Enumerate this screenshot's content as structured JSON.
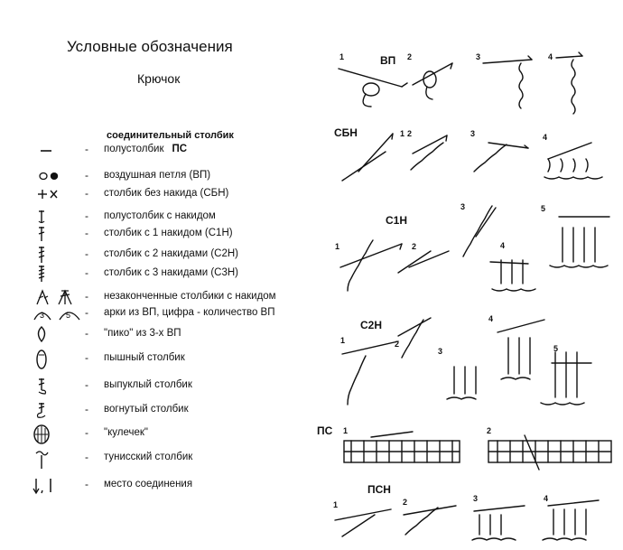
{
  "legend": {
    "title": "Условные обозначения",
    "subtitle": "Крючок",
    "header_label": "соединительный  столбик",
    "items": [
      {
        "text": "полустолбик",
        "abbr": "ПС",
        "icon": "slip-stitch-dash-icon"
      },
      {
        "text": "воздушная петля (ВП)",
        "icon": "chain-loop-icon"
      },
      {
        "text": "столбик без накида (СБН)",
        "icon": "single-crochet-icon"
      },
      {
        "text": "полустолбик с накидом",
        "icon": "half-double-icon"
      },
      {
        "text": "столбик с 1 накидом (С1Н)",
        "icon": "double-crochet-icon"
      },
      {
        "text": "столбик с 2 накидами (С2Н)",
        "icon": "treble-crochet-icon"
      },
      {
        "text": "столбик с 3 накидами (С3Н)",
        "icon": "double-treble-icon"
      },
      {
        "text": "незаконченные столбики с накидом",
        "icon": "unfinished-stitches-icon"
      },
      {
        "text": "арки из ВП, цифра - количество ВП",
        "icon": "chain-arch-icon",
        "numbers": [
          "3",
          "5"
        ]
      },
      {
        "text": "\"пико\" из 3-х ВП",
        "icon": "picot-icon"
      },
      {
        "text": "пышный столбик",
        "icon": "puff-stitch-icon"
      },
      {
        "text": "выпуклый столбик",
        "icon": "front-post-icon"
      },
      {
        "text": "вогнутый столбик",
        "icon": "back-post-icon"
      },
      {
        "text": "\"кулечек\"",
        "icon": "bobble-icon"
      },
      {
        "text": "тунисский столбик",
        "icon": "tunisian-stitch-icon"
      },
      {
        "text": "место соединения",
        "icon": "join-arrow-icon"
      }
    ]
  },
  "diagrams": {
    "groups": [
      {
        "label": "ВП",
        "steps": [
          "1",
          "2",
          "3",
          "4"
        ]
      },
      {
        "label": "СБН",
        "steps": [
          "1",
          "2",
          "3",
          "4"
        ]
      },
      {
        "label": "С1Н",
        "steps": [
          "1",
          "2",
          "3",
          "4",
          "5"
        ]
      },
      {
        "label": "С2Н",
        "steps": [
          "1",
          "2",
          "3",
          "4",
          "5"
        ]
      },
      {
        "label": "ПС",
        "steps": [
          "1",
          "2"
        ]
      },
      {
        "label": "ПСН",
        "steps": [
          "1",
          "2",
          "3",
          "4"
        ]
      }
    ]
  }
}
